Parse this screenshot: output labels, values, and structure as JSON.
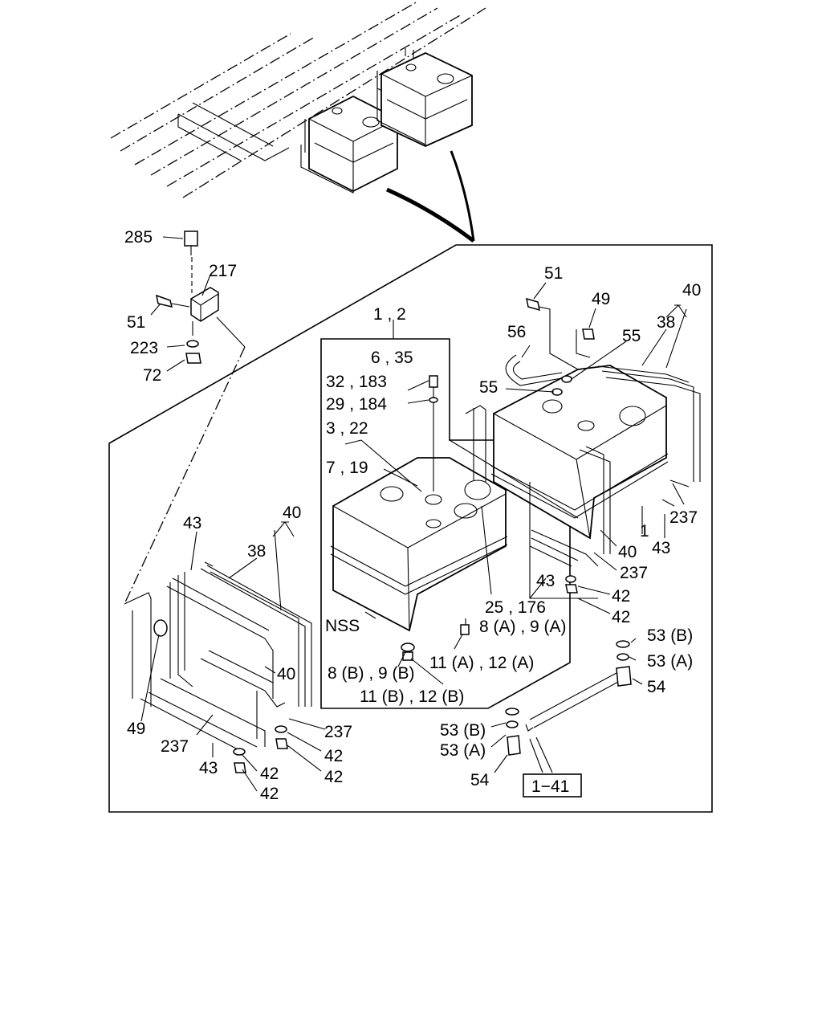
{
  "labels": {
    "l285": "285",
    "l217": "217",
    "l51a": "51",
    "l223": "223",
    "l72": "72",
    "l12": "1 , 2",
    "l635": "6 , 35",
    "l32183": "32 , 183",
    "l29184": "29 , 184",
    "l322": "3 , 22",
    "l719": "7 , 19",
    "lnss": "NSS",
    "l25176": "25 , 176",
    "l8a9a": "8 (A) , 9 (A)",
    "l11a12a": "11 (A) , 12 (A)",
    "l8b9b": "8 (B) , 9 (B)",
    "l11b12b": "11 (B) , 12 (B)",
    "l51b": "51",
    "l49a": "49",
    "l40a": "40",
    "l38a": "38",
    "l56": "56",
    "l55a": "55",
    "l55b": "55",
    "l237a": "237",
    "l1": "1",
    "l43a": "43",
    "l40b": "40",
    "l237b": "237",
    "l43b": "43",
    "l42a": "42",
    "l42b": "42",
    "l53b1": "53 (B)",
    "l53a1": "53 (A)",
    "l54a": "54",
    "l43c": "43",
    "l40c": "40",
    "l38b": "38",
    "l40d": "40",
    "l49b": "49",
    "l237c": "237",
    "l237d": "237",
    "l43d": "43",
    "l42c": "42",
    "l42d": "42",
    "l42e": "42",
    "l42f": "42",
    "l53b2": "53 (B)",
    "l53a2": "53 (A)",
    "l54b": "54",
    "l141": "1−41"
  }
}
